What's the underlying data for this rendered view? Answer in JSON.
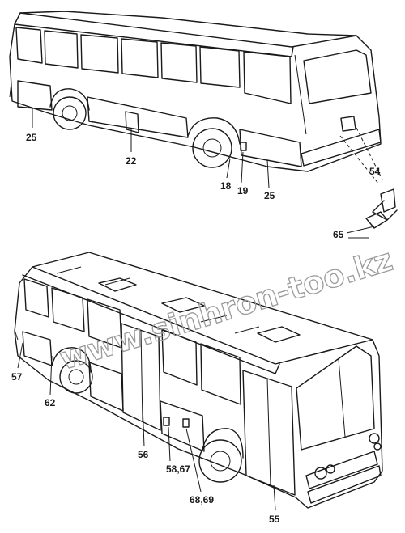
{
  "labels": {
    "l25a": "25",
    "l22": "22",
    "l18": "18",
    "l19": "19",
    "l25b": "25",
    "l54": "54",
    "l65": "65",
    "l57": "57",
    "l62": "62",
    "l56": "56",
    "l5867": "58,67",
    "l6869": "68,69",
    "l55": "55"
  },
  "watermark": "www.sinhron-too.kz"
}
